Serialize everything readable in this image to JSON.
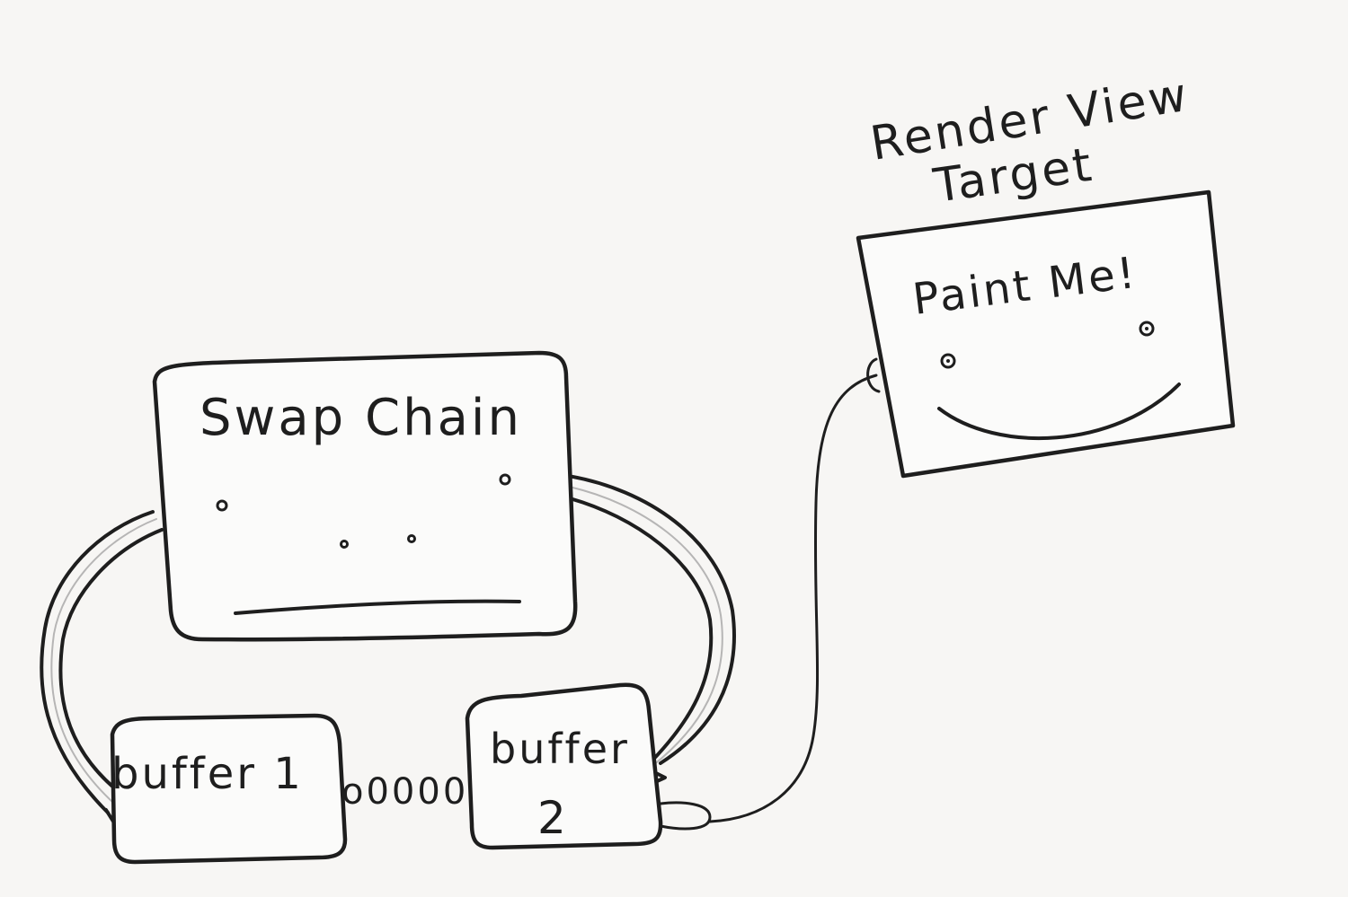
{
  "nodes": {
    "swap_chain": {
      "label": "Swap Chain"
    },
    "buffer1": {
      "label": "buffer 1"
    },
    "buffer2": {
      "label_line1": "buffer",
      "label_line2": "2"
    },
    "render_target": {
      "title_line1": "Render View",
      "title_line2": "Target",
      "inner_text": "Paint Me!"
    }
  },
  "chain_link": {
    "text": "o0000"
  }
}
